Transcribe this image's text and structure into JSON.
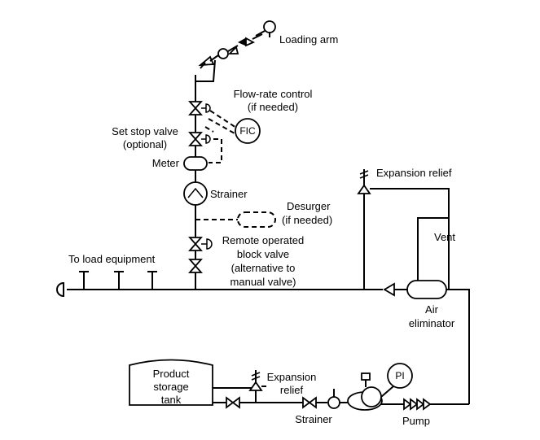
{
  "labels": {
    "loading_arm": "Loading arm",
    "flow_rate_control_1": "Flow-rate control",
    "flow_rate_control_2": "(if needed)",
    "fic": "FIC",
    "set_stop_valve_1": "Set stop valve",
    "set_stop_valve_2": "(optional)",
    "meter": "Meter",
    "strainer_top": "Strainer",
    "desurger_1": "Desurger",
    "desurger_2": "(if needed)",
    "remote_valve_1": "Remote operated",
    "remote_valve_2": "block valve",
    "remote_valve_3": "(alternative to",
    "remote_valve_4": "manual valve)",
    "to_load_equipment": "To load equipment",
    "expansion_relief_top": "Expansion relief",
    "vent": "Vent",
    "air_eliminator_1": "Air",
    "air_eliminator_2": "eliminator",
    "product_tank_1": "Product",
    "product_tank_2": "storage",
    "product_tank_3": "tank",
    "expansion_relief_bottom_1": "Expansion",
    "expansion_relief_bottom_2": "relief",
    "strainer_bottom": "Strainer",
    "pi": "PI",
    "pump": "Pump"
  }
}
